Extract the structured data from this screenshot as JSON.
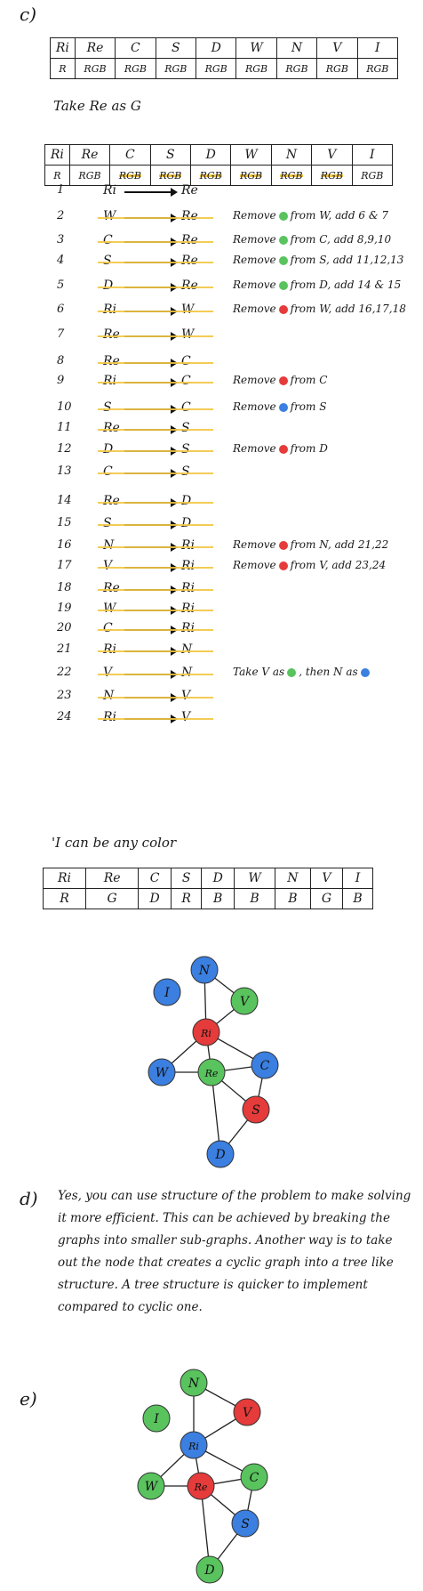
{
  "section_c": {
    "label": "c)",
    "headers": [
      "Ri",
      "Re",
      "C",
      "S",
      "D",
      "W",
      "N",
      "V",
      "I"
    ],
    "domains": [
      "R",
      "RGB",
      "RGB",
      "RGB",
      "RGB",
      "RGB",
      "RGB",
      "RGB",
      "RGB"
    ],
    "take_note": "Take Re as G",
    "domains2": [
      "R",
      "RGB",
      "RGB",
      "RGB",
      "RGB",
      "RGB",
      "RGB",
      "RGB",
      "RGB"
    ],
    "steps": [
      {
        "num": "1",
        "from": "Ri",
        "to": "Re",
        "note": ""
      },
      {
        "num": "2",
        "from": "W",
        "to": "Re",
        "note_pre": "Remove",
        "dot": "#59c35e",
        "note_post": "from W, add 6 & 7"
      },
      {
        "num": "3",
        "from": "C",
        "to": "Re",
        "note_pre": "Remove",
        "dot": "#59c35e",
        "note_post": "from C, add 8,9,10"
      },
      {
        "num": "4",
        "from": "S",
        "to": "Re",
        "note_pre": "Remove",
        "dot": "#59c35e",
        "note_post": "from S, add 11,12,13"
      },
      {
        "num": "5",
        "from": "D",
        "to": "Re",
        "note_pre": "Remove",
        "dot": "#59c35e",
        "note_post": "from D, add 14 & 15"
      },
      {
        "num": "6",
        "from": "Ri",
        "to": "W",
        "note_pre": "Remove",
        "dot": "#e53b3b",
        "note_post": "from W, add 16,17,18"
      },
      {
        "num": "7",
        "from": "Re",
        "to": "W",
        "note": ""
      },
      {
        "num": "8",
        "from": "Re",
        "to": "C",
        "note": ""
      },
      {
        "num": "9",
        "from": "Ri",
        "to": "C",
        "note_pre": "Remove",
        "dot": "#e53b3b",
        "note_post": "from C"
      },
      {
        "num": "10",
        "from": "S",
        "to": "C",
        "note_pre": "Remove",
        "dot": "#3b7fe0",
        "note_post": "from S"
      },
      {
        "num": "11",
        "from": "Re",
        "to": "S",
        "note": ""
      },
      {
        "num": "12",
        "from": "D",
        "to": "S",
        "note_pre": "Remove",
        "dot": "#e53b3b",
        "note_post": "from D"
      },
      {
        "num": "13",
        "from": "C",
        "to": "S",
        "note": ""
      },
      {
        "num": "14",
        "from": "Re",
        "to": "D",
        "note": ""
      },
      {
        "num": "15",
        "from": "S",
        "to": "D",
        "note": ""
      },
      {
        "num": "16",
        "from": "N",
        "to": "Ri",
        "note_pre": "Remove",
        "dot": "#e53b3b",
        "note_post": "from N, add 21,22"
      },
      {
        "num": "17",
        "from": "V",
        "to": "Ri",
        "note_pre": "Remove",
        "dot": "#e53b3b",
        "note_post": "from V, add 23,24"
      },
      {
        "num": "18",
        "from": "Re",
        "to": "Ri",
        "note": ""
      },
      {
        "num": "19",
        "from": "W",
        "to": "Ri",
        "note": ""
      },
      {
        "num": "20",
        "from": "C",
        "to": "Ri",
        "note": ""
      },
      {
        "num": "21",
        "from": "Ri",
        "to": "N",
        "note": ""
      },
      {
        "num": "22",
        "from": "V",
        "to": "N",
        "note_pre": "Take V as",
        "dot": "#59c35e",
        "note_mid": ", then N as",
        "dot2": "#3b7fe0"
      },
      {
        "num": "23",
        "from": "N",
        "to": "V",
        "note": ""
      },
      {
        "num": "24",
        "from": "Ri",
        "to": "V",
        "note": ""
      }
    ],
    "i_note": "'I can be any color",
    "final_headers": [
      "Ri",
      "Re",
      "C",
      "S",
      "D",
      "W",
      "N",
      "V",
      "I"
    ],
    "final_values": [
      "R",
      "G",
      "D",
      "R",
      "B",
      "B",
      "B",
      "G",
      "B"
    ]
  },
  "graph_c": {
    "nodes": [
      {
        "label": "N",
        "color": "#3b7fe0"
      },
      {
        "label": "I",
        "color": "#3b7fe0"
      },
      {
        "label": "V",
        "color": "#59c35e"
      },
      {
        "label": "Ri",
        "color": "#e53b3b"
      },
      {
        "label": "C",
        "color": "#3b7fe0"
      },
      {
        "label": "W",
        "color": "#3b7fe0"
      },
      {
        "label": "Re",
        "color": "#59c35e"
      },
      {
        "label": "S",
        "color": "#e53b3b"
      },
      {
        "label": "D",
        "color": "#3b7fe0"
      }
    ]
  },
  "section_d": {
    "label": "d)",
    "text": "Yes, you can use structure of the problem to make solving it more efficient. This can be achieved by breaking the graphs into smaller sub-graphs. Another way is to take out the node that creates a cyclic graph into a tree like structure. A tree structure is quicker to implement compared to cyclic one."
  },
  "section_e": {
    "label": "e)"
  },
  "graph_e": {
    "nodes": [
      {
        "label": "N",
        "color": "#59c35e"
      },
      {
        "label": "I",
        "color": "#59c35e"
      },
      {
        "label": "V",
        "color": "#e53b3b"
      },
      {
        "label": "Ri",
        "color": "#3b7fe0"
      },
      {
        "label": "C",
        "color": "#59c35e"
      },
      {
        "label": "W",
        "color": "#59c35e"
      },
      {
        "label": "Re",
        "color": "#e53b3b"
      },
      {
        "label": "S",
        "color": "#3b7fe0"
      },
      {
        "label": "D",
        "color": "#59c35e"
      }
    ]
  }
}
